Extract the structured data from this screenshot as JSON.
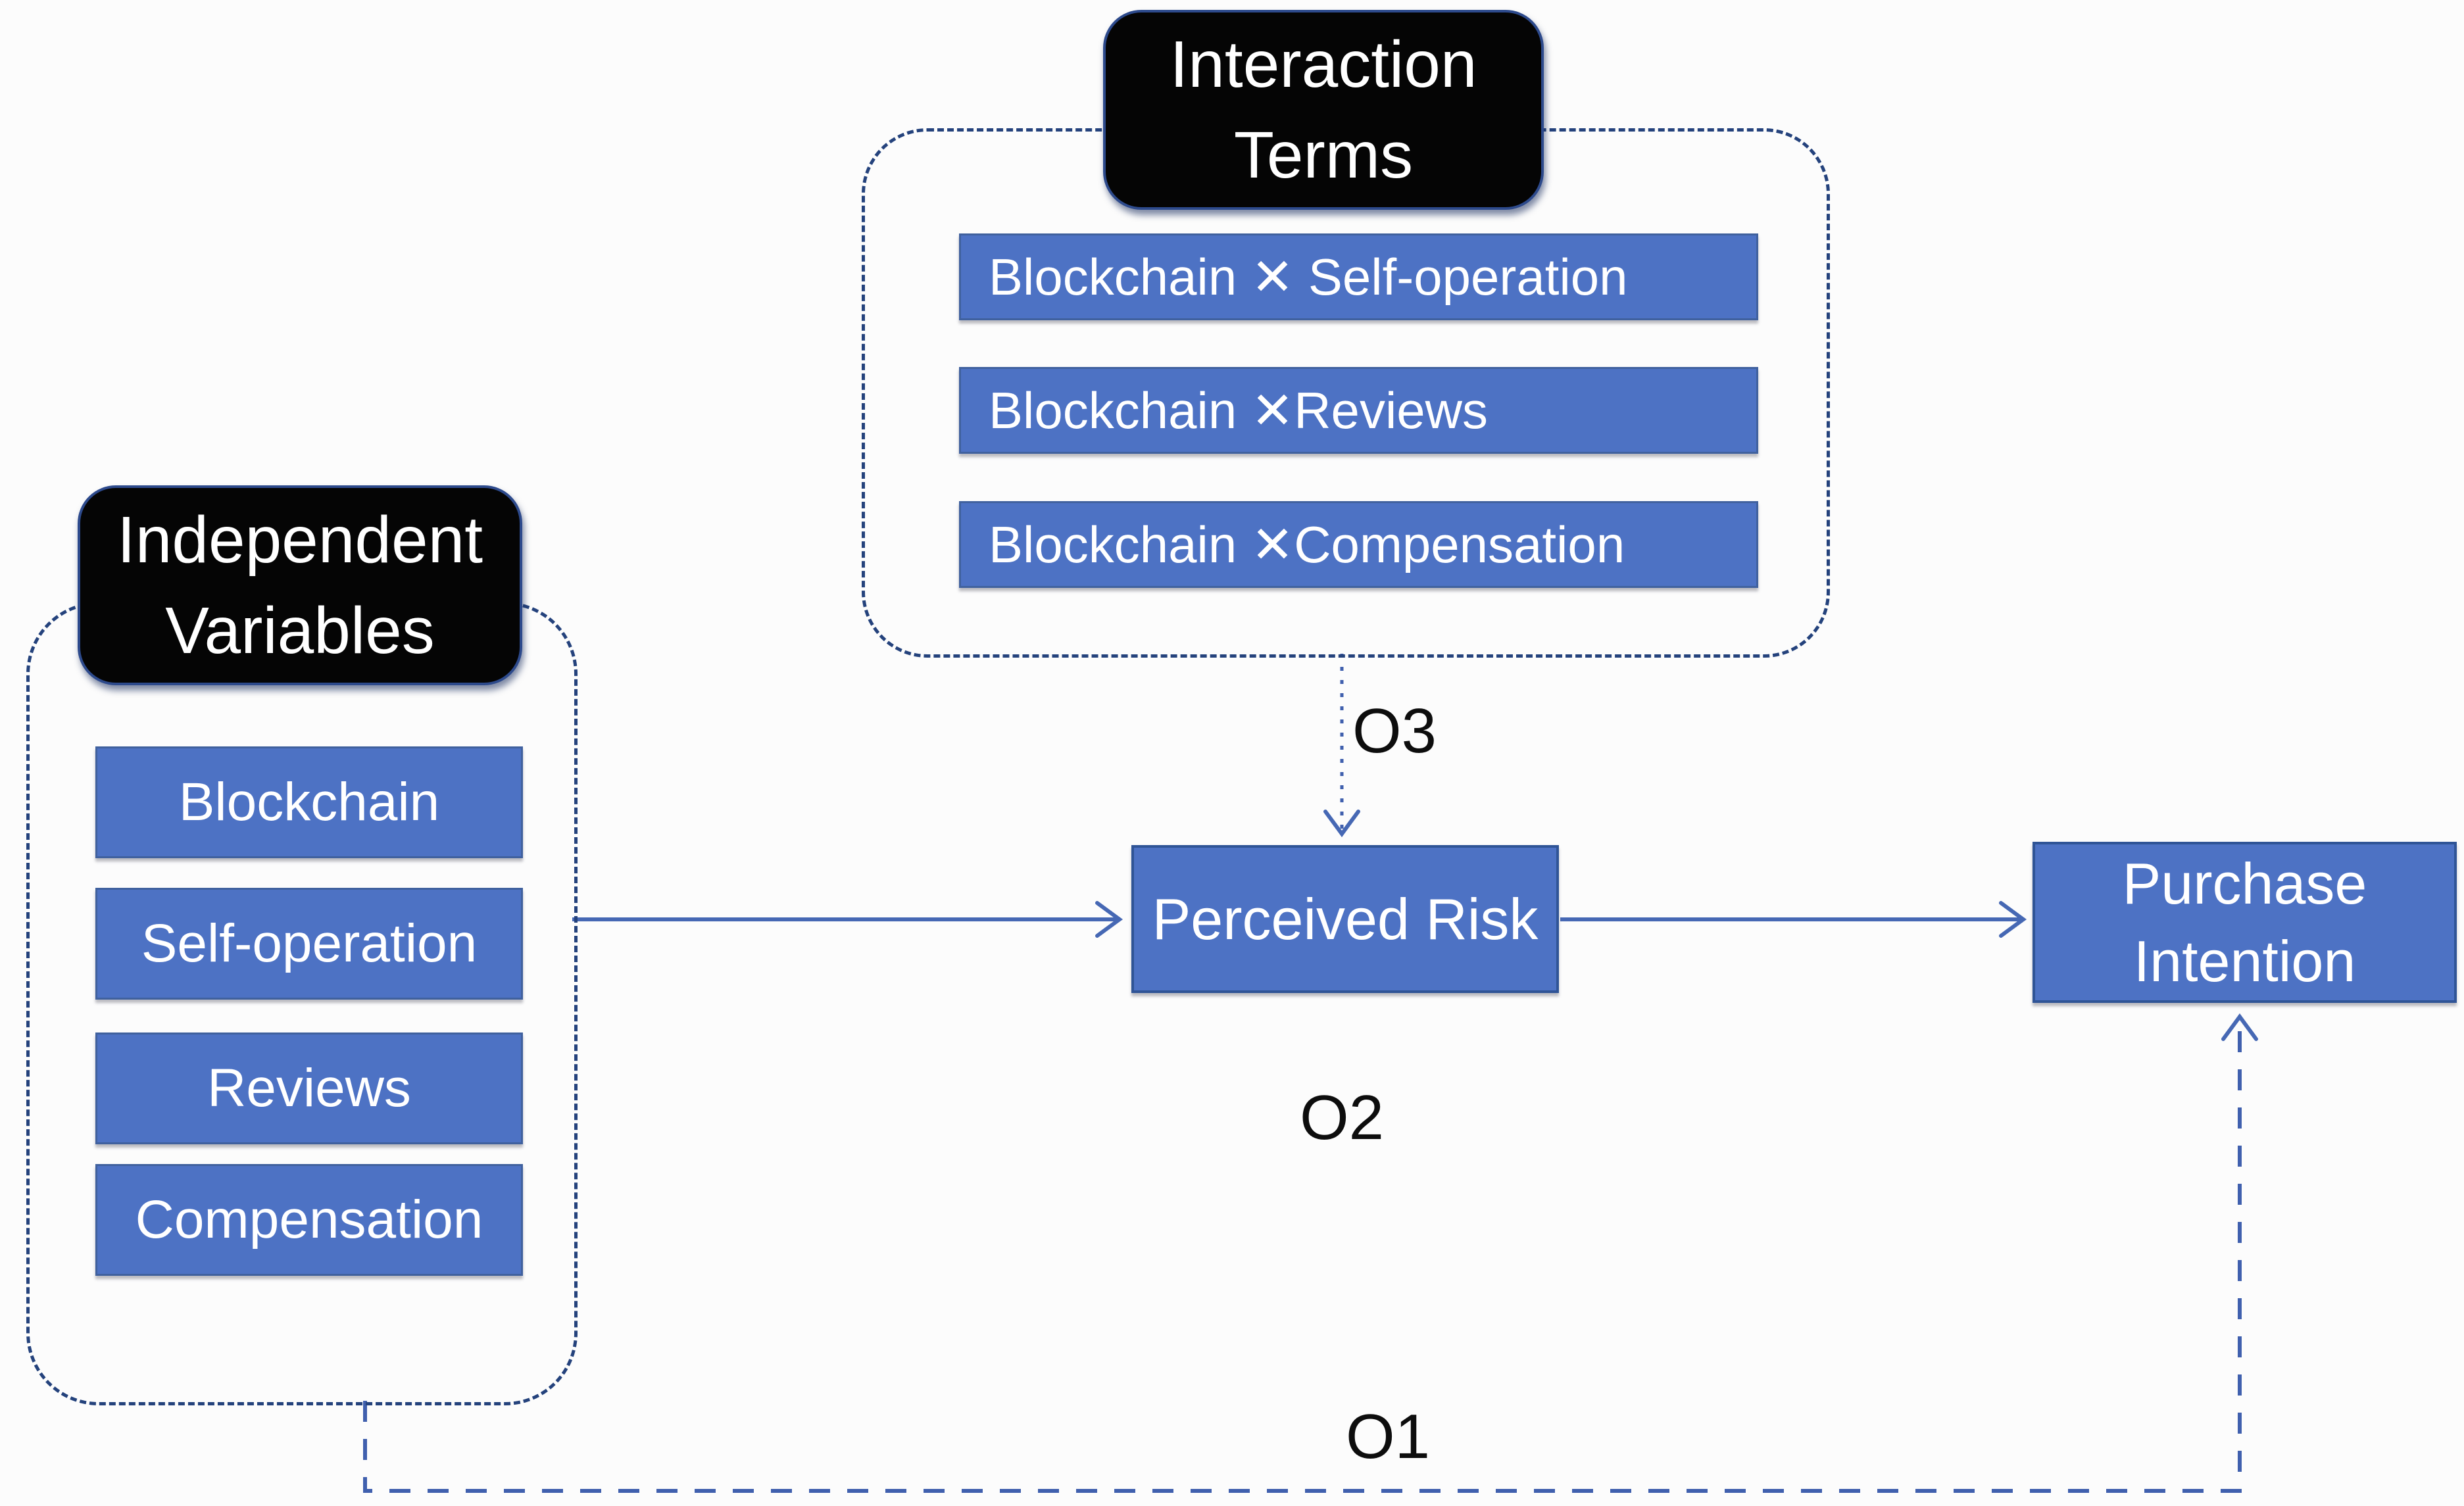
{
  "diagram": {
    "title_hint": "Research model: blockchain e-commerce perceived risk and purchase intention",
    "colors": {
      "box_fill": "#4d72c4",
      "box_border": "#40619e",
      "node_border": "#2f5496",
      "group_dash": "#24427c",
      "connector_blue": "#4668b4",
      "label_pill_bg": "#050505",
      "label_pill_border": "#2d4a8c",
      "text_on_blue": "#ffffff",
      "path_label_text": "#0d0d0d",
      "background": "#fcfcfc"
    },
    "groups": {
      "interaction": {
        "title": "Interaction\nTerms",
        "items": [
          "Blockchain ✕ Self-operation",
          "Blockchain ✕Reviews",
          "Blockchain ✕Compensation"
        ]
      },
      "independent": {
        "title": "Independent\nVariables",
        "items": [
          "Blockchain",
          "Self-operation",
          "Reviews",
          "Compensation"
        ]
      }
    },
    "nodes": {
      "perceived_risk": "Perceived Risk",
      "purchase_intention": "Purchase\nIntention"
    },
    "path_labels": {
      "o1": "O1",
      "o2": "O2",
      "o3": "O3"
    },
    "connectors": [
      {
        "name": "independent-to-perceived-risk",
        "style": "solid-arrow"
      },
      {
        "name": "perceived-risk-to-purchase-intention",
        "style": "solid-arrow"
      },
      {
        "name": "interaction-to-perceived-risk",
        "style": "dotted-arrow",
        "label": "O3"
      },
      {
        "name": "independent-to-purchase-intention",
        "style": "dashed-arrow",
        "label": "O1"
      }
    ]
  }
}
